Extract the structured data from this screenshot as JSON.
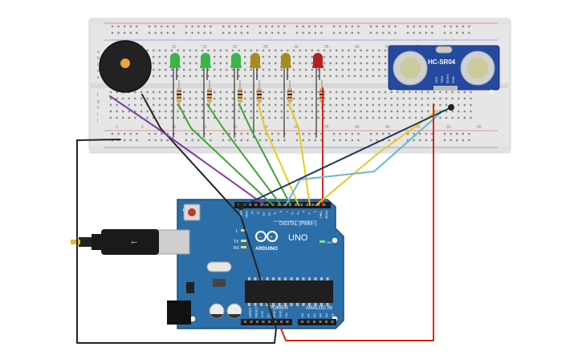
{
  "breadboard": {
    "row_letters_top": [
      "a",
      "b",
      "c",
      "d",
      "e"
    ],
    "row_letters_bottom": [
      "f",
      "g",
      "h",
      "i",
      "j"
    ],
    "column_numbers": [
      "1",
      "5",
      "10",
      "15",
      "20",
      "25",
      "30",
      "35",
      "40",
      "45",
      "50",
      "55",
      "60"
    ]
  },
  "sensor": {
    "label": "HC-SR04",
    "pins": [
      "VCC",
      "TRIG",
      "ECHO",
      "GND"
    ],
    "t_label": "T",
    "r_label": "R"
  },
  "arduino": {
    "model": "UNO",
    "brand": "ARDUINO",
    "digital_label": "DIGITAL (PWM~)",
    "power_label": "POWER",
    "analog_label": "ANALOG IN",
    "on_label": "ON",
    "l_label": "L",
    "tx_label": "TX",
    "rx_label": "RX",
    "header_top_labels": [
      "AREF",
      "GND",
      "13",
      "12",
      "~11",
      "~10",
      "~9",
      "8",
      "7",
      "~6",
      "~5",
      "4",
      "~3",
      "2",
      "TX▸1",
      "RX◂0"
    ],
    "header_power_labels": [
      "IOREF",
      "RESET",
      "3.3V",
      "5V",
      "GND",
      "GND",
      "Vin"
    ],
    "header_analog_labels": [
      "A0",
      "A1",
      "A2",
      "A3",
      "A4",
      "A5"
    ]
  },
  "components": {
    "leds": [
      {
        "color": "#39b54a"
      },
      {
        "color": "#39b54a"
      },
      {
        "color": "#39b54a"
      },
      {
        "color": "#a68b1f"
      },
      {
        "color": "#a68b1f"
      },
      {
        "color": "#b3201f"
      }
    ]
  },
  "wire_colors": {
    "purple": "#7b3fa0",
    "green": "#3fa535",
    "yellow": "#e8c91c",
    "red": "#d9261c",
    "black": "#222222",
    "teal": "#6ab7c9",
    "navy": "#1d3a5a"
  }
}
